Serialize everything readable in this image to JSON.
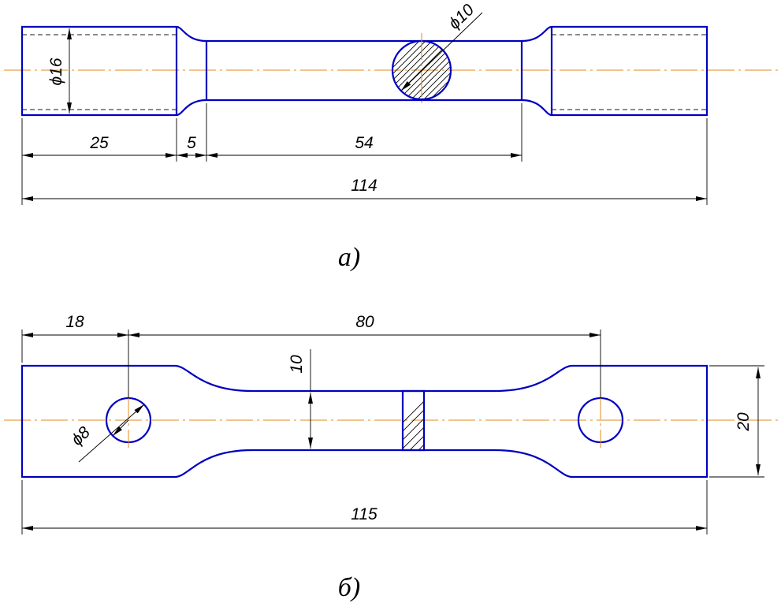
{
  "figure_a": {
    "caption": "а)",
    "dimensions": {
      "diameter_grip": "ϕ16",
      "diameter_gauge": "ϕ10",
      "grip_length": "25",
      "fillet_length": "5",
      "gauge_length": "54",
      "total_length": "114"
    }
  },
  "figure_b": {
    "caption": "б)",
    "dimensions": {
      "hole_offset": "18",
      "hole_spacing": "80",
      "gauge_width": "10",
      "hole_diameter": "ϕ8",
      "grip_width": "20",
      "total_length": "115"
    }
  },
  "colors": {
    "outline": "#0000c0",
    "axis_line": "#e08a1e",
    "dimension_line": "#000000"
  }
}
